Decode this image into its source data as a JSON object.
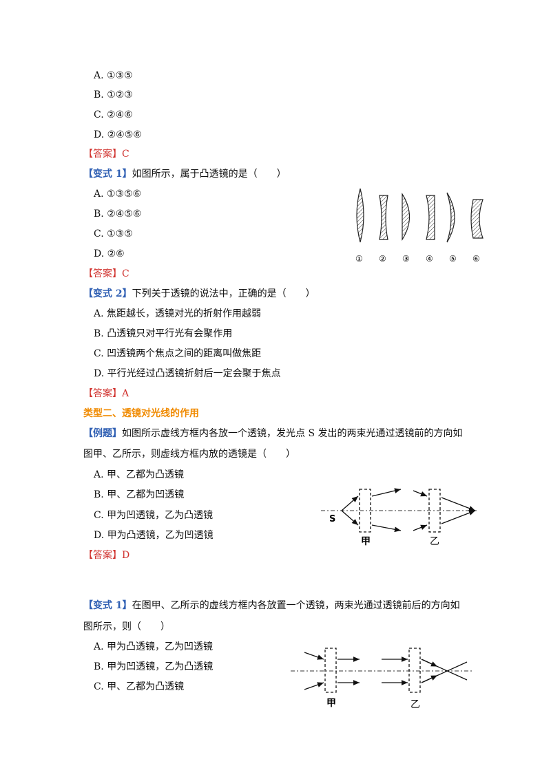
{
  "block1": {
    "options": [
      "A. ①③⑤",
      "B. ①②③",
      "C. ②④⑥",
      "D. ②④⑤⑥"
    ],
    "answer_tag": "【答案】",
    "answer_value": "C"
  },
  "variant1": {
    "tag": "【变式 1】",
    "question": "如图所示，属于凸透镜的是（　　）",
    "options": [
      "A. ①③⑤⑥",
      "B. ②④⑤⑥",
      "C. ①③⑤",
      "D. ②⑥"
    ],
    "answer_tag": "【答案】",
    "answer_value": "C",
    "figure_labels": [
      "①",
      "②",
      "③",
      "④",
      "⑤",
      "⑥"
    ]
  },
  "variant2": {
    "tag": "【变式 2】",
    "question": "下列关于透镜的说法中，正确的是（　　）",
    "options": [
      "A. 焦距越长，透镜对光的折射作用越弱",
      "B. 凸透镜只对平行光有会聚作用",
      "C. 凹透镜两个焦点之间的距离叫做焦距",
      "D. 平行光经过凸透镜折射后一定会聚于焦点"
    ],
    "answer_tag": "【答案】",
    "answer_value": "A"
  },
  "type2": {
    "heading": "类型二、透镜对光线的作用"
  },
  "example": {
    "tag": "【例题】",
    "question_line1": "如图所示虚线方框内各放一个透镜，发光点 S 发出的两束光通过透镜前的方向如",
    "question_line2": "图甲、乙所示，则虚线方框内放的透镜是（　　）",
    "options": [
      "A. 甲、乙都为凸透镜",
      "B. 甲、乙都为凹透镜",
      "C. 甲为凹透镜，乙为凸透镜",
      "D. 甲为凸透镜，乙为凹透镜"
    ],
    "answer_tag": "【答案】",
    "answer_value": "D",
    "figure": {
      "source_label": "S",
      "left_label": "甲",
      "right_label": "乙"
    }
  },
  "variant3": {
    "tag": "【变式 1】",
    "question_line1": "在图甲、乙所示的虚线方框内各放置一个透镜，两束光通过透镜前后的方向如",
    "question_line2": "图所示，则（　　）",
    "options": [
      "A. 甲为凸透镜，乙为凹透镜",
      "B. 甲为凹透镜，乙为凸透镜",
      "C. 甲、乙都为凸透镜"
    ],
    "figure": {
      "left_label": "甲",
      "right_label": "乙"
    }
  }
}
